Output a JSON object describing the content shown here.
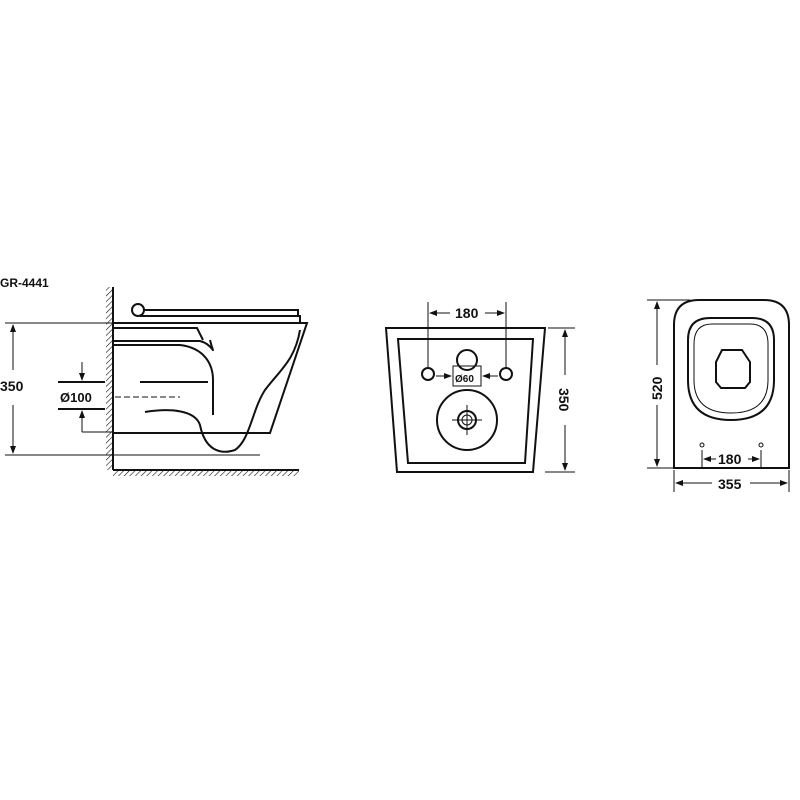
{
  "model": "GR-4441",
  "side_view": {
    "height_label": "350",
    "pipe_diameter_label": "Ø100"
  },
  "rear_view": {
    "bolt_spacing_label": "180",
    "inlet_diameter_label": "Ø60",
    "height_label": "350"
  },
  "top_view": {
    "length_label": "520",
    "width_label": "355",
    "bolt_spacing_label": "180"
  },
  "colors": {
    "line": "#111111",
    "background": "#ffffff"
  }
}
